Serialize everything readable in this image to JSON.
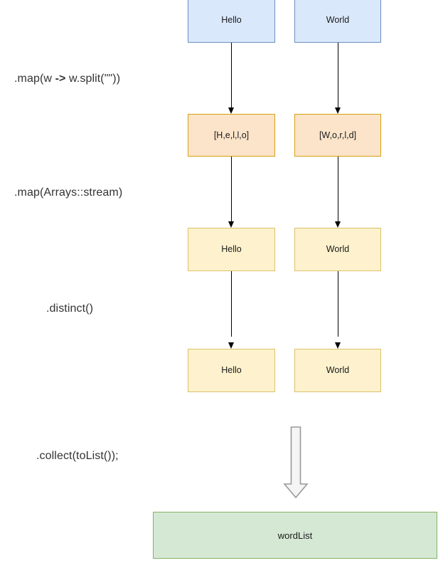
{
  "diagram": {
    "title": "Java Stream pipeline: map / flatMap / distinct / collect",
    "background": "#ffffff",
    "palette": {
      "blue_fill": "#dae8fc",
      "blue_stroke": "#6c8ebf",
      "orange_fill": "#fce4ca",
      "orange_stroke": "#d6a014",
      "yellow_fill": "#fdf2cd",
      "yellow_stroke": "#ddc06a",
      "green_fill": "#d5e8d4",
      "green_stroke": "#82b366",
      "arrow_stroke": "#000000",
      "block_arrow_fill": "#f5f5f5",
      "block_arrow_stroke": "#999999",
      "text": "#333333"
    },
    "stage_labels": [
      {
        "id": "map-split",
        "text_before": ".map(w ",
        "operator": "->",
        "text_after": " w.split(\"\"))"
      },
      {
        "id": "map-arrays-stream",
        "text": ".map(Arrays::stream)"
      },
      {
        "id": "distinct",
        "text": ".distinct()"
      },
      {
        "id": "collect",
        "text": ".collect(toList());"
      }
    ],
    "rows": [
      {
        "id": "row-input",
        "style": "blue",
        "nodes": [
          {
            "id": "input-hello",
            "label": "Hello"
          },
          {
            "id": "input-world",
            "label": "World"
          }
        ]
      },
      {
        "id": "row-split-arrays",
        "style": "orange",
        "nodes": [
          {
            "id": "array-hello",
            "label": "[H,e,l,l,o]"
          },
          {
            "id": "array-world",
            "label": "[W,o,r,l,d]"
          }
        ]
      },
      {
        "id": "row-streamed",
        "style": "yellow",
        "nodes": [
          {
            "id": "stream-hello",
            "label": "Hello"
          },
          {
            "id": "stream-world",
            "label": "World"
          }
        ]
      },
      {
        "id": "row-distinct",
        "style": "yellow",
        "nodes": [
          {
            "id": "distinct-hello",
            "label": "Hello"
          },
          {
            "id": "distinct-world",
            "label": "World"
          }
        ]
      }
    ],
    "result": {
      "id": "result-wordlist",
      "label": "wordList",
      "style": "green"
    },
    "collect_arrow": {
      "id": "collect-block-arrow",
      "direction": "down"
    }
  }
}
